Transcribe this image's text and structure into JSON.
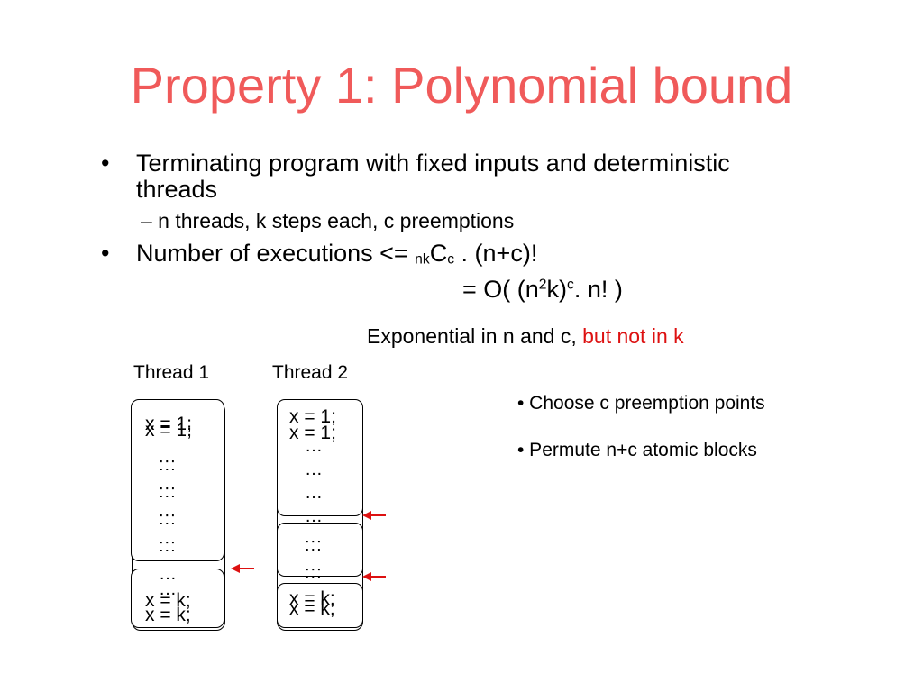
{
  "slide": {
    "title": "Property 1: Polynomial bound",
    "bullet1": {
      "line1": "Terminating program with fixed inputs and deterministic",
      "line2": "threads"
    },
    "sub_bullet": "– n threads, k steps each, c preemptions",
    "bullet2": {
      "prefix": "Number of executions <= ",
      "nk": "nk",
      "C": "C",
      "c": "c",
      "suffix": " . (n+c)!"
    },
    "eq": {
      "a": "= O( (n",
      "two": "2",
      "b": "k)",
      "c": "c",
      "d": ". n! )"
    },
    "exponential": {
      "plain": "Exponential in n and c, ",
      "red": "but not in k"
    },
    "thread1_label": "Thread 1",
    "thread2_label": "Thread 2",
    "notes": [
      "• Choose c preemption points",
      "• Permute n+c atomic blocks"
    ],
    "code": {
      "x1": "x = 1;",
      "xk": "x = k;",
      "dots": "…",
      "colons": ":::"
    },
    "bullet_char": "•",
    "colors": {
      "title": "#f05a5a",
      "highlight": "#dd1111",
      "arrow": "#dd1111"
    }
  }
}
